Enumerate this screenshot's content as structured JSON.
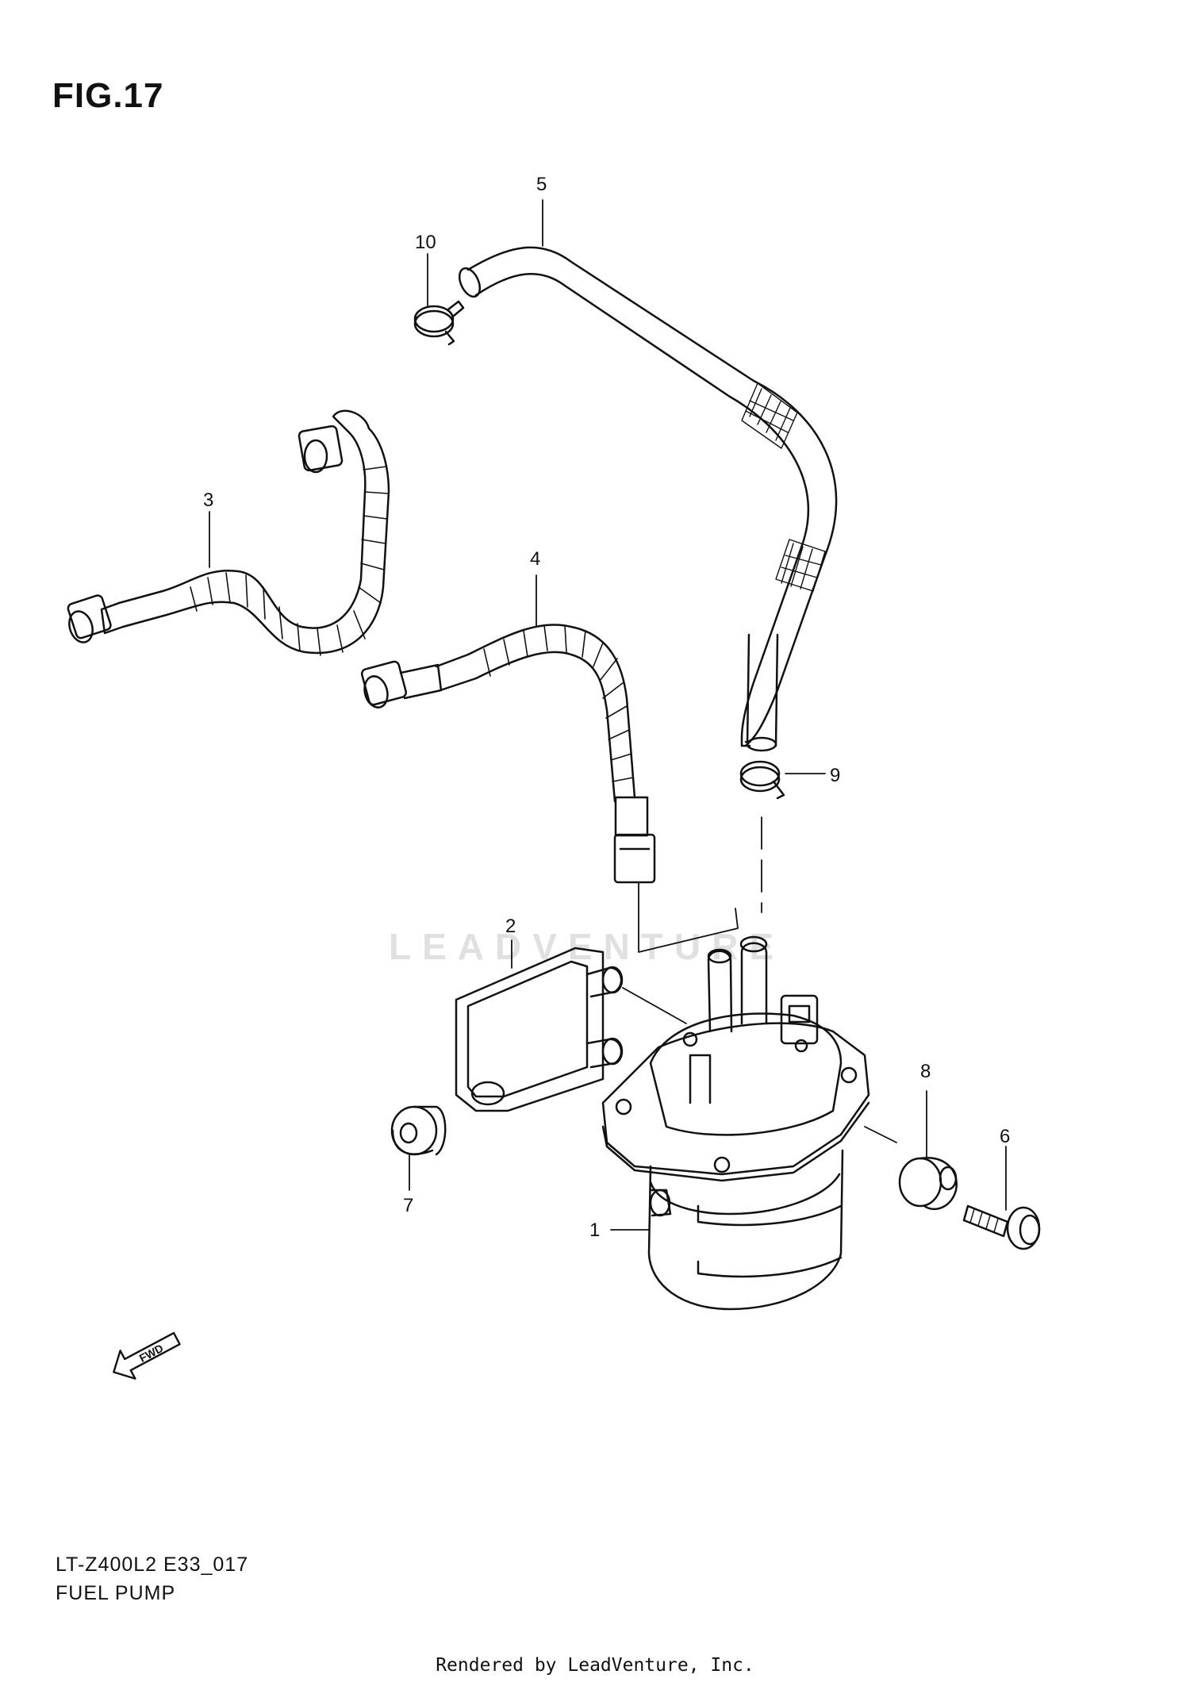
{
  "figure_title": "FIG.17",
  "model_code": "LT-Z400L2 E33_017",
  "section_name": "FUEL PUMP",
  "credit": "Rendered by LeadVenture, Inc.",
  "watermark": "LEADVENTURE",
  "forward_label": "FWD",
  "callouts": [
    "1",
    "2",
    "3",
    "4",
    "5",
    "6",
    "7",
    "8",
    "9",
    "10"
  ],
  "colors": {
    "line": "#111111",
    "watermark": "#c8c8c8"
  }
}
